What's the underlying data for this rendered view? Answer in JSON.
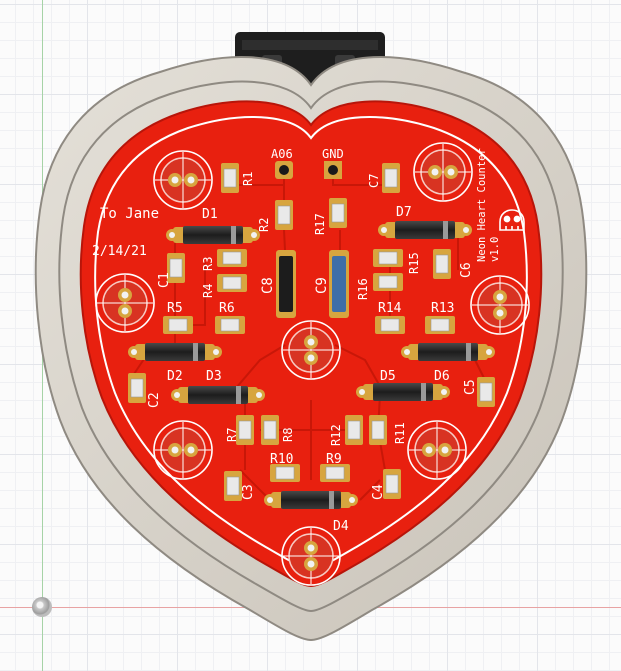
{
  "colors": {
    "background": "#fbfbfb",
    "grid": "#e3e5ea",
    "x_axis": "#e8a3a3",
    "y_axis": "#a6d3a6",
    "case": "#d6d1c8",
    "board": "#e8200f",
    "copper_pad": "#d7a53f",
    "silkscreen": "#ffffff",
    "diode_body": "#2b2b2b",
    "capacitor_c9": "#3f6ea8",
    "connector": "#1e1e1e"
  },
  "board": {
    "dedication": "To Jane",
    "date": "2/14/21",
    "title": "Neon Heart Counter",
    "version": "v1.0",
    "labels": {
      "vin": "A06",
      "gnd": "GND",
      "d1": "D1",
      "d2": "D2",
      "d3": "D3",
      "d4": "D4",
      "d5": "D5",
      "d6": "D6",
      "d7": "D7",
      "r1": "R1",
      "r2": "R2",
      "r3": "R3",
      "r4": "R4",
      "r5": "R5",
      "r6": "R6",
      "r7": "R7",
      "r8": "R8",
      "r9": "R9",
      "r10": "R10",
      "r11": "R11",
      "r12": "R12",
      "r13": "R13",
      "r14": "R14",
      "r15": "R15",
      "r16": "R16",
      "r17": "R17",
      "c1": "C1",
      "c2": "C2",
      "c3": "C3",
      "c4": "C4",
      "c5": "C5",
      "c6": "C6",
      "c7": "C7",
      "c8": "C8",
      "c9": "C9"
    }
  },
  "icons": {
    "origin": "origin-icon",
    "logo": "skull-logo-icon",
    "lamp": "neon-lamp-icon"
  }
}
